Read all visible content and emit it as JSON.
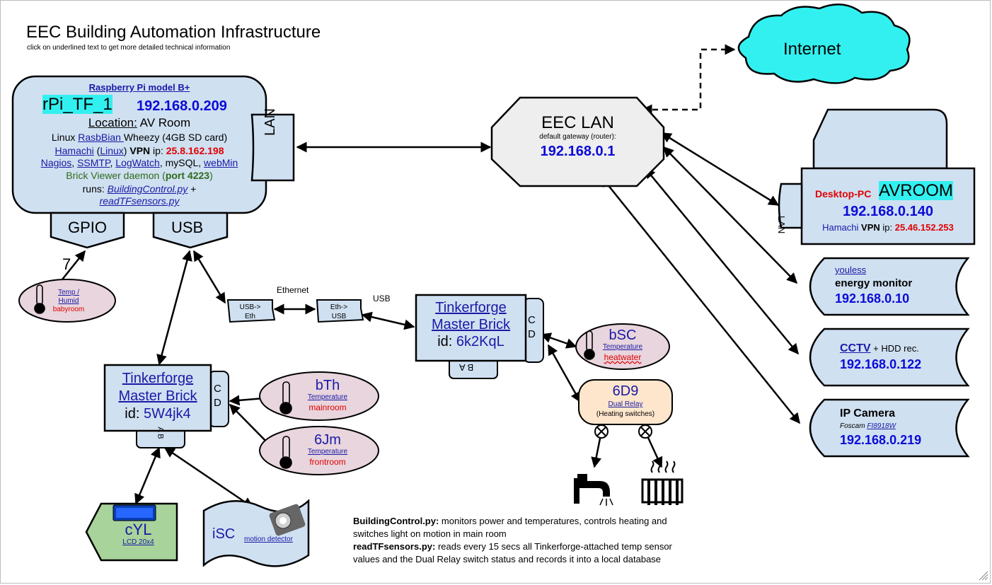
{
  "title": "EEC Building Automation Infrastructure",
  "subtitle": "click on underlined text to get more detailed technical information",
  "rpi": {
    "model": "Raspberry Pi model B+",
    "hostname": "rPi_TF_1",
    "ip": "192.168.0.209",
    "location_label": "Location:",
    "location_value": "AV Room",
    "os_prefix": "Linux ",
    "os_link": "RasbBian ",
    "os_suffix": "Wheezy (4GB SD card)",
    "hamachi": "Hamachi",
    "paren_open": " (",
    "linux": "Linux",
    "paren_close": ") ",
    "vpn": "VPN",
    "ip_label": " ip: ",
    "vpn_ip": "25.8.162.198",
    "nagios": "Nagios",
    "comma": ", ",
    "ssmtp": "SSMTP",
    "logwatch": "LogWatch",
    "mysql": ", mySQL, ",
    "webmin": "webMin",
    "brick_daemon": "Brick Viewer daemon (",
    "port": "port 4223",
    "close": ")",
    "runs": "runs: ",
    "script1": "BuildingControl.py",
    "plus": " +",
    "script2": "readTFsensors.py",
    "lan": "LAN",
    "gpio": "GPIO",
    "usb": "USB",
    "gpio_pin": "7"
  },
  "temp_humid": {
    "line1": "Temp /",
    "line2": "Humid",
    "room": "babyroom"
  },
  "converters": {
    "usb_eth_1": "USB->",
    "usb_eth_2": "Eth",
    "eth_usb_1": "Eth->",
    "eth_usb_2": "USB",
    "ethernet": "Ethernet",
    "usb": "USB"
  },
  "brick1": {
    "line1": "Tinkerforge",
    "line2": "Master Brick",
    "id_label": "id: ",
    "id": "6k2KqL",
    "ports_right": "C D",
    "ports_bottom": "B A"
  },
  "brick2": {
    "line1": "Tinkerforge",
    "line2": "Master Brick",
    "id_label": "id: ",
    "id": "5W4jk4",
    "ports_right": "C D",
    "ports_bottom": "A B"
  },
  "sensors": {
    "bsc": {
      "name": "bSC",
      "type": "Temperature",
      "room": "heatwater"
    },
    "bth": {
      "name": "bTh",
      "type": "Temperature",
      "room": "mainroom"
    },
    "jm": {
      "name": "6Jm",
      "type": "Temperature",
      "room": "frontroom"
    }
  },
  "relay": {
    "name": "6D9",
    "type": "Dual Relay",
    "desc": "(Heating switches)"
  },
  "lcd": {
    "name": "cYL",
    "type": "LCD 20x4"
  },
  "motion": {
    "name": "iSC",
    "type": "motion detector"
  },
  "lan": {
    "name": "EEC LAN",
    "gateway": "default gateway (router):",
    "ip": "192.168.0.1"
  },
  "internet": "Internet",
  "desktop": {
    "label": "Desktop-PC",
    "name": "AVROOM",
    "ip": "192.168.0.140",
    "hamachi": "Hamachi",
    "vpn": "VPN",
    "ip_label": " ip: ",
    "vpn_ip": "25.46.152.253",
    "lan": "LAN"
  },
  "youless": {
    "link": "youless",
    "name": "energy monitor",
    "ip": "192.168.0.10"
  },
  "cctv": {
    "link": "CCTV",
    "suffix": " + HDD rec.",
    "ip": "192.168.0.122"
  },
  "ipcam": {
    "name": "IP Camera",
    "brand": "Foscam ",
    "model": "FI8918W",
    "ip": "192.168.0.219"
  },
  "notes": {
    "n1_bold": "BuildingControl.py:",
    "n1_text": " monitors power and temperatures, controls heating and",
    "n1_line2": "switches light on motion in main room",
    "n2_bold": "readTFsensors.py:",
    "n2_text": " reads every 15 secs all Tinkerforge-attached temp sensor",
    "n2_line2": "values and the Dual Relay switch status and records it into a local database"
  },
  "colors": {
    "box_fill": "#cfe0f1",
    "sensor_fill": "#e8d5dd",
    "relay_fill": "#fde6cc",
    "lcd_fill": "#a8d39a",
    "cloud_fill": "#33f0f0",
    "router_fill": "#eeeeee"
  },
  "icons": [
    "thermometer-icon",
    "faucet-icon",
    "radiator-icon",
    "relay-switch-icon",
    "lcd-icon",
    "motion-sensor-icon"
  ]
}
